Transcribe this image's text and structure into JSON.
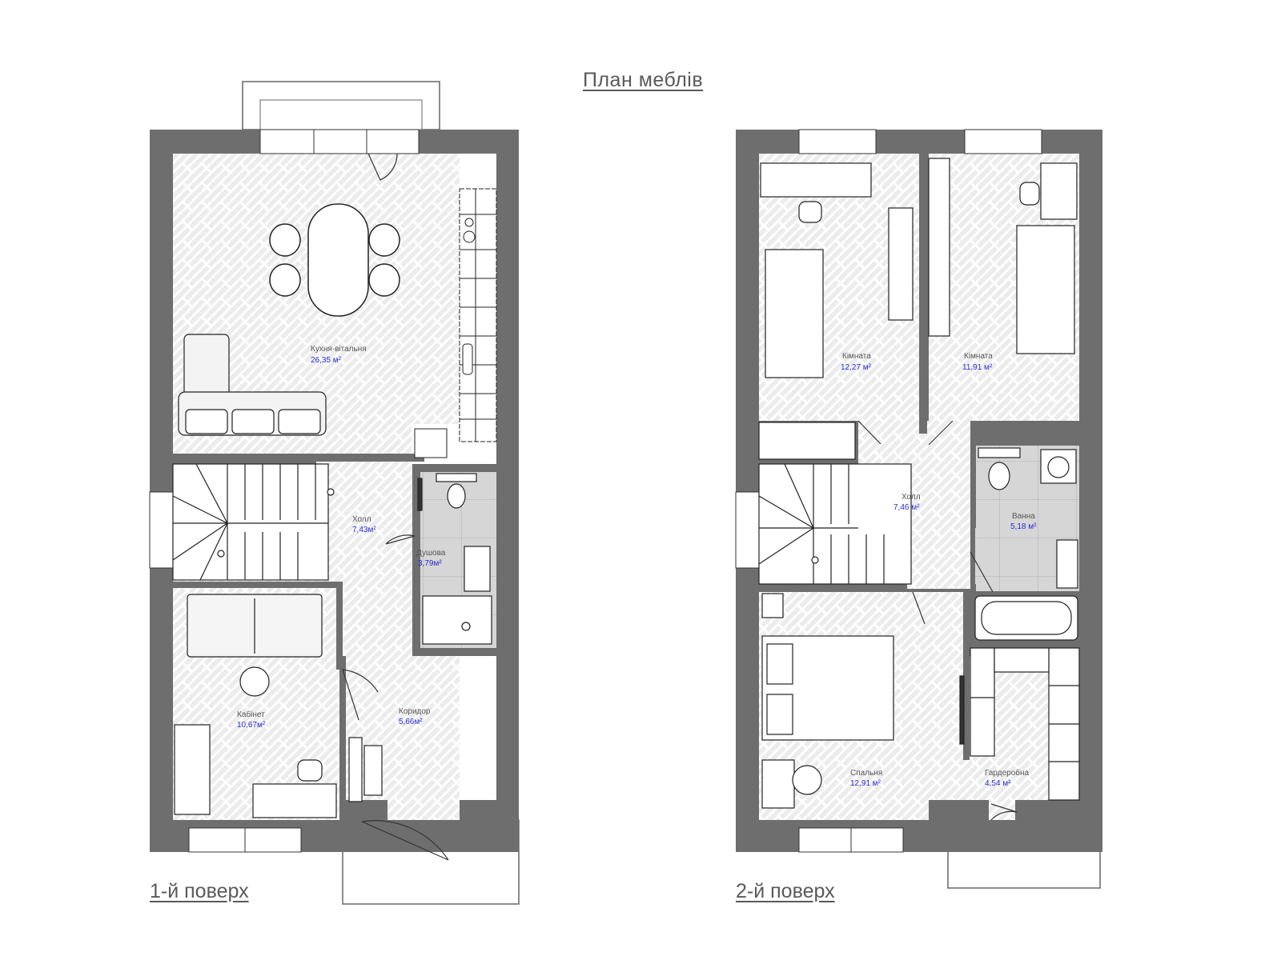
{
  "title": "План меблів",
  "colors": {
    "wall": "#6e6e6e",
    "floor_pattern": "#d9d9d9",
    "floor_bg": "#ececec",
    "tile": "#d6d6d6",
    "area_text": "#2a2ad8",
    "label_text": "#555555"
  },
  "floors": [
    {
      "label": "1-й поверх",
      "rooms": [
        {
          "name": "Кухня-вітальня",
          "area": "26,35 м²"
        },
        {
          "name": "Холл",
          "area": "7,43м²"
        },
        {
          "name": "Душова",
          "area": "3,79м²"
        },
        {
          "name": "Кабінет",
          "area": "10,67м²"
        },
        {
          "name": "Коридор",
          "area": "5,66м²"
        }
      ]
    },
    {
      "label": "2-й поверх",
      "rooms": [
        {
          "name": "Кімната",
          "area": "12,27 м²"
        },
        {
          "name": "Кімната",
          "area": "11,91 м²"
        },
        {
          "name": "Холл",
          "area": "7,46 м²"
        },
        {
          "name": "Ванна",
          "area": "5,18 м²"
        },
        {
          "name": "Спальня",
          "area": "12,91 м²"
        },
        {
          "name": "Гардеробна",
          "area": "4,54 м²"
        }
      ]
    }
  ]
}
